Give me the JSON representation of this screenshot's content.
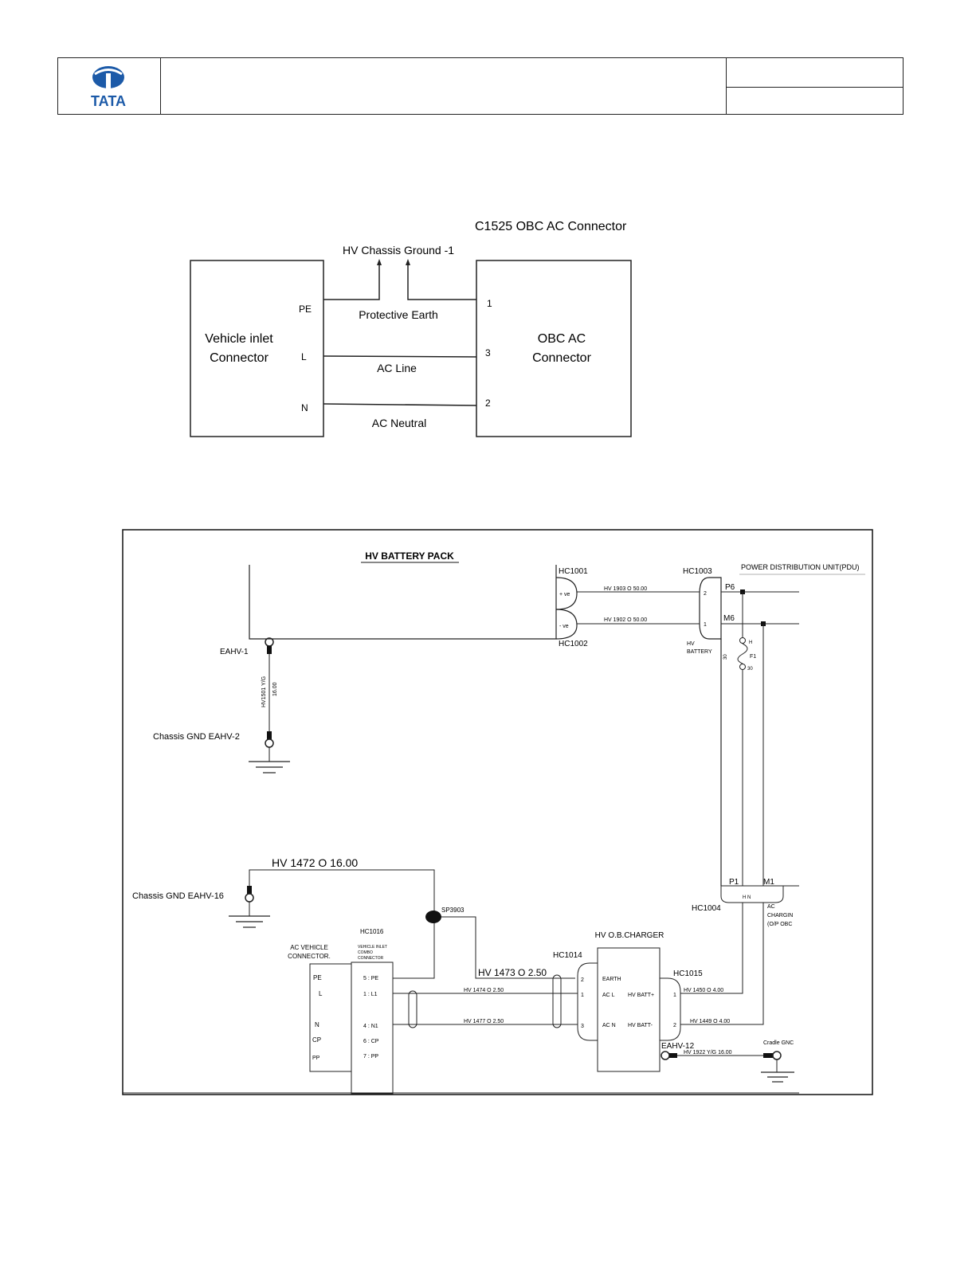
{
  "header": {
    "logo_text": "TATA",
    "brand_color": "#1c5aa8"
  },
  "diagram1": {
    "title": "C1525 OBC AC Connector",
    "ground_label": "HV Chassis Ground -1",
    "left_box": {
      "line1": "Vehicle inlet",
      "line2": "Connector"
    },
    "right_box": {
      "line1": "OBC AC",
      "line2": "Connector"
    },
    "left_pins": [
      "PE",
      "L",
      "N"
    ],
    "right_pins": [
      "1",
      "3",
      "2"
    ],
    "wires": [
      "Protective Earth",
      "AC Line",
      "AC Neutral"
    ]
  },
  "diagram2": {
    "battery_pack": "HV BATTERY PACK",
    "pdu": "POWER DISTRIBUTION UNIT(PDU)",
    "hc1001": "HC1001",
    "hc1002": "HC1002",
    "hc1003": "HC1003",
    "hc1004": "HC1004",
    "hc1014": "HC1014",
    "hc1015": "HC1015",
    "hc1016": "HC1016",
    "pos_ve": "+ ve",
    "neg_ve": "- ve",
    "w1903": "HV 1903 O 50.00",
    "w1902": "HV 1902 O 50.00",
    "p6": "P6",
    "m6": "M6",
    "pin2": "2",
    "pin1": "1",
    "hv_battery1": "HV",
    "hv_battery2": "BATTERY",
    "fuse_a": "H",
    "fuse_f1": "F1",
    "fuse_b": "30",
    "fuse_num": "30",
    "eahv1": "EAHV-1",
    "w1501": "HV1501 Y/G",
    "w1501b": "16.00",
    "gnd_eahv2": "Chassis GND EAHV-2",
    "w1472": "HV  1472  O  16.00",
    "gnd_eahv16": "Chassis GND EAHV-16",
    "sp3903": "SP3903",
    "p1": "P1",
    "m1": "M1",
    "hc1004_pins": "H  N",
    "ac_charging1": "AC",
    "ac_charging2": "CHARGIN",
    "ac_charging3": "(O/P OBC",
    "ac_vehicle1": "AC VEHICLE",
    "ac_vehicle2": "CONNECTOR.",
    "inlet_combo1": "VEHICLE INLET",
    "inlet_combo2": "COMBO",
    "inlet_combo3": "CONNECTOR",
    "left_pins": [
      "PE",
      "L",
      "N",
      "CP",
      "PP"
    ],
    "combo_pins": [
      "5 : PE",
      "1 : L1",
      "4 : N1",
      "6 : CP",
      "7 : PP"
    ],
    "obc": "HV O.B.CHARGER",
    "w1473": "HV  1473  O  2.50",
    "w1474": "HV  1474  O  2.50",
    "w1477": "HV  1477  O  2.50",
    "hc1014_pins": [
      "2",
      "1",
      "3"
    ],
    "obc_earth": "EARTH",
    "obc_acl": "AC L",
    "obc_acn": "AC N",
    "obc_batt_pos": "HV BATT+",
    "obc_batt_neg": "HV BATT-",
    "hc1015_pins": [
      "1",
      "2"
    ],
    "w1450": "HV  1450  O  4.00",
    "w1449": "HV  1449  O  4.00",
    "eahv12": "EAHV-12",
    "w1922": "HV  1922  Y/G  16.00",
    "cradle_gnd": "Cradle GNC"
  }
}
